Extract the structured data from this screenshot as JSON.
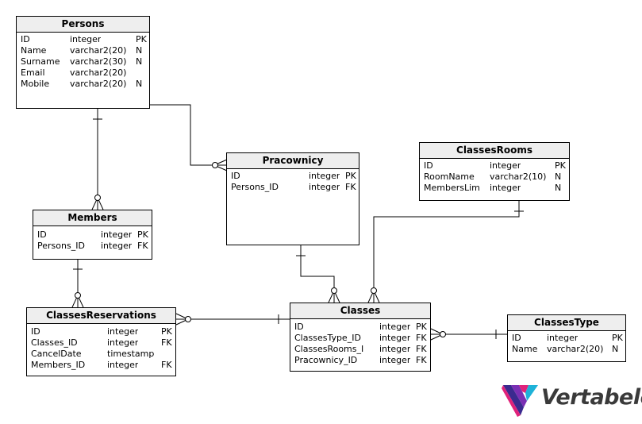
{
  "entities": {
    "persons": {
      "name": "Persons",
      "columns": [
        {
          "name": "ID",
          "type": "integer",
          "flag": "PK"
        },
        {
          "name": "Name",
          "type": "varchar2(20)",
          "flag": "N"
        },
        {
          "name": "Surname",
          "type": "varchar2(30)",
          "flag": "N"
        },
        {
          "name": "Email",
          "type": "varchar2(20)",
          "flag": ""
        },
        {
          "name": "Mobile",
          "type": "varchar2(20)",
          "flag": "N"
        }
      ]
    },
    "pracownicy": {
      "name": "Pracownicy",
      "columns": [
        {
          "name": "ID",
          "type": "integer",
          "flag": "PK"
        },
        {
          "name": "Persons_ID",
          "type": "integer",
          "flag": "FK"
        }
      ]
    },
    "classesrooms": {
      "name": "ClassesRooms",
      "columns": [
        {
          "name": "ID",
          "type": "integer",
          "flag": "PK"
        },
        {
          "name": "RoomName",
          "type": "varchar2(10)",
          "flag": "N"
        },
        {
          "name": "MembersLim",
          "type": "integer",
          "flag": "N"
        }
      ]
    },
    "members": {
      "name": "Members",
      "columns": [
        {
          "name": "ID",
          "type": "integer",
          "flag": "PK"
        },
        {
          "name": "Persons_ID",
          "type": "integer",
          "flag": "FK"
        }
      ]
    },
    "classesreservations": {
      "name": "ClassesReservations",
      "columns": [
        {
          "name": "ID",
          "type": "integer",
          "flag": "PK"
        },
        {
          "name": "Classes_ID",
          "type": "integer",
          "flag": "FK"
        },
        {
          "name": "CancelDate",
          "type": "timestamp",
          "flag": ""
        },
        {
          "name": "Members_ID",
          "type": "integer",
          "flag": "FK"
        }
      ]
    },
    "classes": {
      "name": "Classes",
      "columns": [
        {
          "name": "ID",
          "type": "integer",
          "flag": "PK"
        },
        {
          "name": "ClassesType_ID",
          "type": "integer",
          "flag": "FK"
        },
        {
          "name": "ClassesRooms_I",
          "type": "integer",
          "flag": "FK"
        },
        {
          "name": "Pracownicy_ID",
          "type": "integer",
          "flag": "FK"
        }
      ]
    },
    "classestype": {
      "name": "ClassesType",
      "columns": [
        {
          "name": "ID",
          "type": "integer",
          "flag": "PK"
        },
        {
          "name": "Name",
          "type": "varchar2(20)",
          "flag": "N"
        }
      ]
    }
  },
  "relationships": [
    {
      "name": "persons-pracownicy",
      "one": "Persons",
      "many": "Pracownicy"
    },
    {
      "name": "persons-members",
      "one": "Persons",
      "many": "Members"
    },
    {
      "name": "members-classesreservations",
      "one": "Members",
      "many": "ClassesReservations"
    },
    {
      "name": "pracownicy-classes",
      "one": "Pracownicy",
      "many": "Classes"
    },
    {
      "name": "classesrooms-classes",
      "one": "ClassesRooms",
      "many": "Classes"
    },
    {
      "name": "classes-classesreservations",
      "one": "Classes",
      "many": "ClassesReservations"
    },
    {
      "name": "classestype-classes",
      "one": "ClassesType",
      "many": "Classes"
    }
  ],
  "logo": {
    "text": "Vertabelo",
    "colors": [
      "#3b2a8f",
      "#7a2fb4",
      "#e0227a",
      "#1eb2d8"
    ]
  }
}
